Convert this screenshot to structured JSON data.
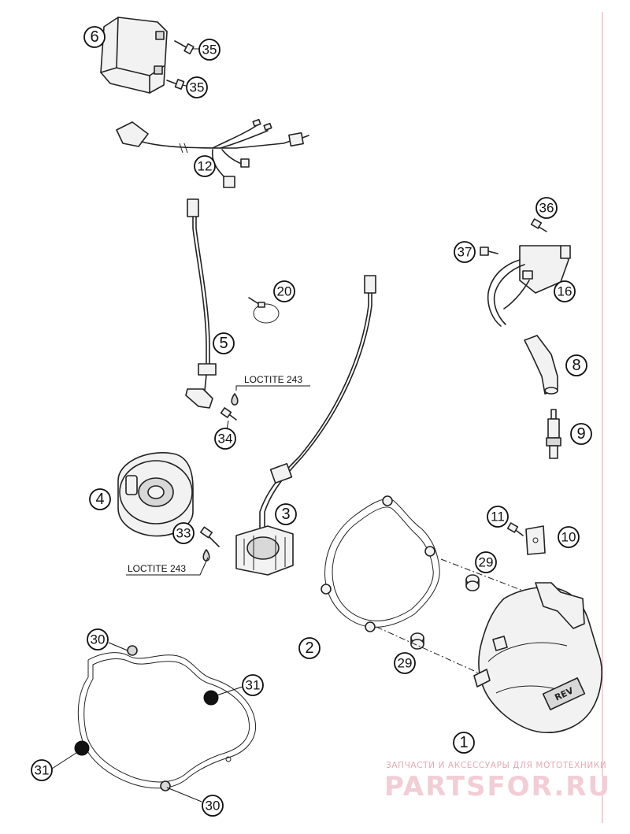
{
  "callouts": [
    {
      "id": "c-1",
      "label": "1"
    },
    {
      "id": "c-2",
      "label": "2"
    },
    {
      "id": "c-3",
      "label": "3"
    },
    {
      "id": "c-4",
      "label": "4"
    },
    {
      "id": "c-5",
      "label": "5"
    },
    {
      "id": "c-6",
      "label": "6"
    },
    {
      "id": "c-8",
      "label": "8"
    },
    {
      "id": "c-9",
      "label": "9"
    },
    {
      "id": "c-10",
      "label": "10"
    },
    {
      "id": "c-11",
      "label": "11"
    },
    {
      "id": "c-12",
      "label": "12"
    },
    {
      "id": "c-16",
      "label": "16"
    },
    {
      "id": "c-20",
      "label": "20"
    },
    {
      "id": "c-29a",
      "label": "29"
    },
    {
      "id": "c-29b",
      "label": "29"
    },
    {
      "id": "c-30a",
      "label": "30"
    },
    {
      "id": "c-30b",
      "label": "30"
    },
    {
      "id": "c-31a",
      "label": "31"
    },
    {
      "id": "c-31b",
      "label": "31"
    },
    {
      "id": "c-33",
      "label": "33"
    },
    {
      "id": "c-34",
      "label": "34"
    },
    {
      "id": "c-35a",
      "label": "35"
    },
    {
      "id": "c-35b",
      "label": "35"
    },
    {
      "id": "c-36",
      "label": "36"
    },
    {
      "id": "c-37",
      "label": "37"
    }
  ],
  "notes": {
    "loctite_upper": "LOCTITE 243",
    "loctite_lower": "LOCTITE 243"
  },
  "cover_brand": "REV",
  "watermark": {
    "subtitle": "ЗАПЧАСТИ И АКСЕССУАРЫ ДЛЯ МОТОТЕХНИКИ",
    "brand": "PARTSFOR.RU"
  },
  "colors": {
    "frame_line": "#e8a0a8",
    "watermark": "#e6a8b4"
  }
}
